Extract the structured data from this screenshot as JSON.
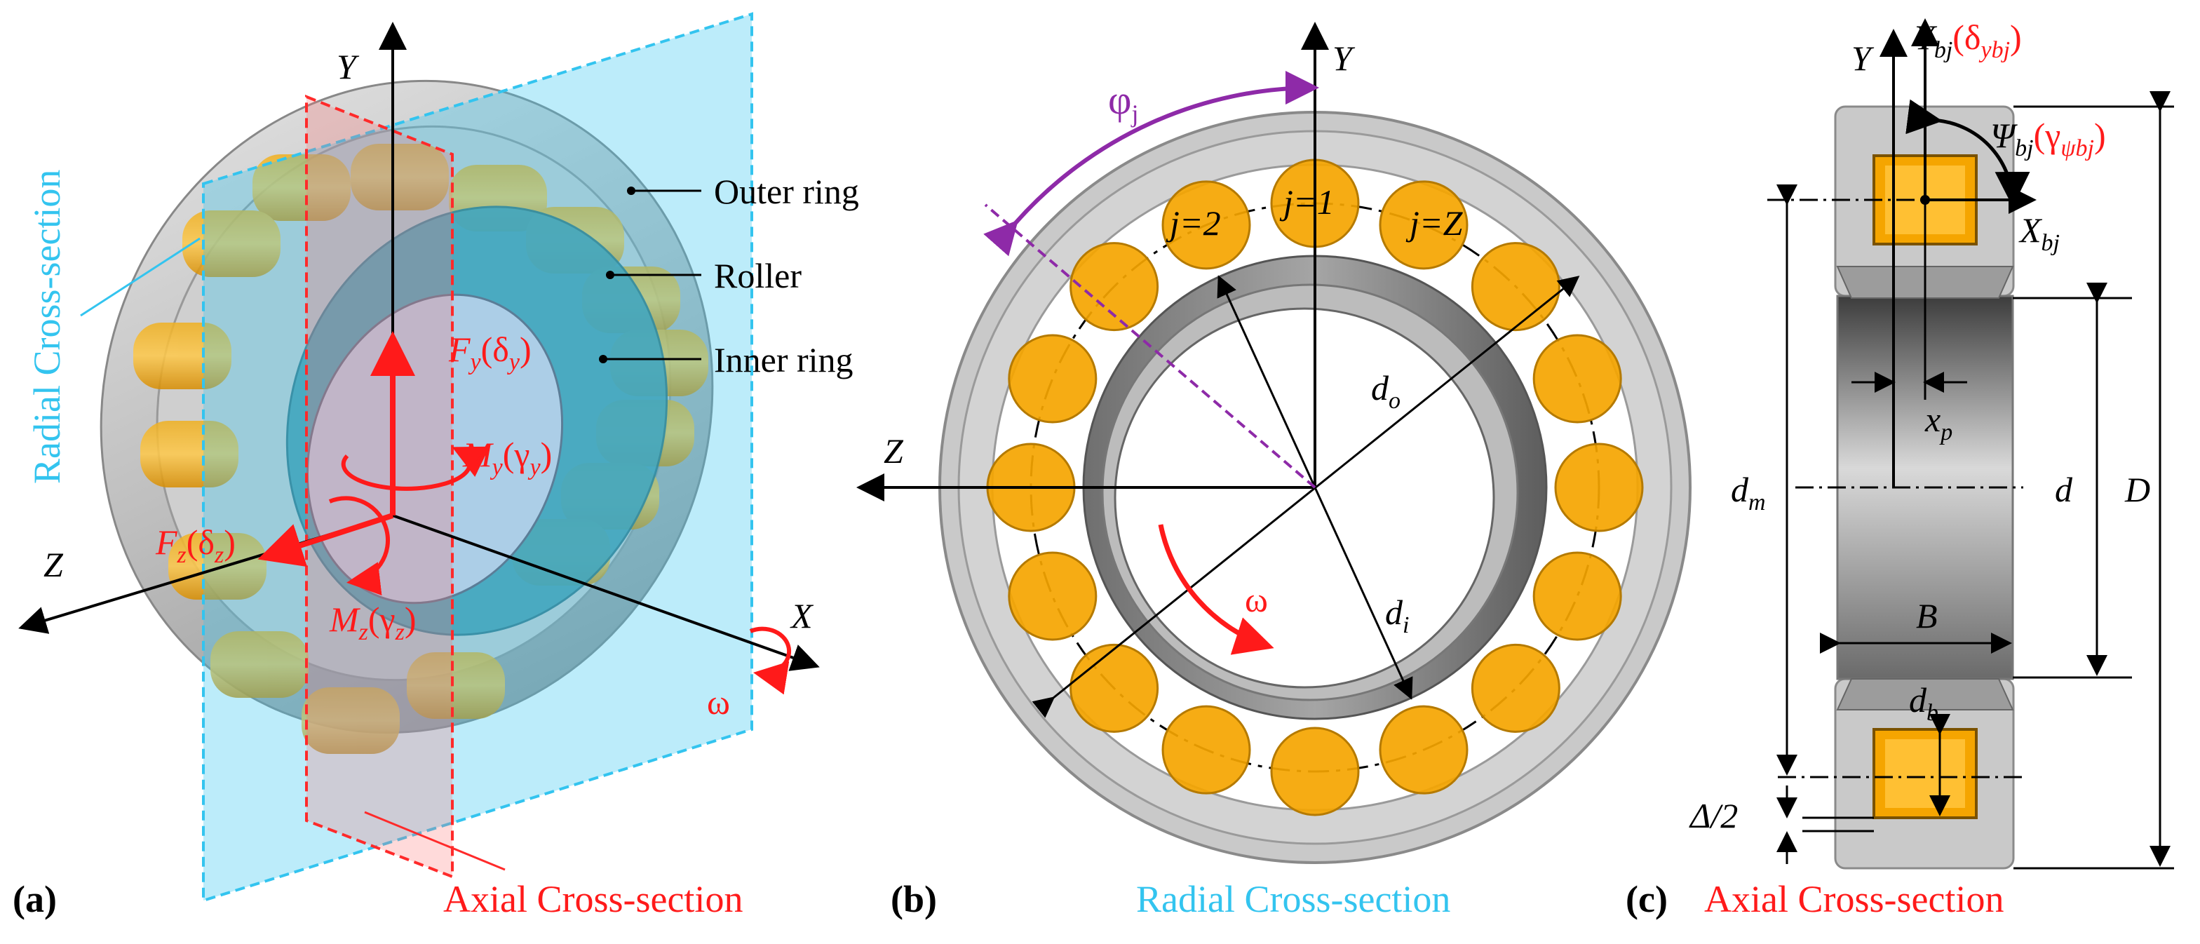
{
  "colors": {
    "radial_plane": "#33c4ef",
    "axial_plane": "#ff2a2a",
    "roller": "#f5a500",
    "ring_gray": "#b8b8b8",
    "inner_ring_teal": "#3f8fa0",
    "phi_purple": "#8e2aa8",
    "force_red": "#ff1a1a"
  },
  "panel_a": {
    "panel_label": "(a)",
    "radial_caption": "Radial Cross-section",
    "axial_caption": "Axial Cross-section",
    "outer_ring": "Outer ring",
    "roller": "Roller",
    "inner_ring": "Inner ring",
    "axis_x": "X",
    "axis_y": "Y",
    "axis_z": "Z",
    "fy_main": "F",
    "fy_sub": "y",
    "fy_paren": "(δ",
    "fy_paren_sub": "y",
    "fz_main": "F",
    "fz_sub": "z",
    "fz_paren": "(δ",
    "fz_paren_sub": "z",
    "my_main": "M",
    "my_sub": "y",
    "my_paren": "(γ",
    "my_paren_sub": "y",
    "mz_main": "M",
    "mz_sub": "z",
    "mz_paren": "(γ",
    "mz_paren_sub": "z",
    "close_paren": ")",
    "omega": "ω"
  },
  "panel_b": {
    "panel_label": "(b)",
    "caption": "Radial Cross-section",
    "axis_y": "Y",
    "axis_z": "Z",
    "phi": "φ",
    "phi_sub": "j",
    "j2": "j=2",
    "j1": "j=1",
    "jz": "j=Z",
    "do_main": "d",
    "do_sub": "o",
    "di_main": "d",
    "di_sub": "i",
    "omega": "ω"
  },
  "panel_c": {
    "panel_label": "(c)",
    "caption": "Axial Cross-section",
    "axis_y": "Y",
    "ybj_main": "Y",
    "ybj_sub": "bj",
    "ybj_paren": "(δ",
    "ybj_paren_sub": "ybj",
    "psi_main": "Ψ",
    "psi_sub": "bj",
    "psi_paren": "(γ",
    "psi_paren_sub": "ψbj",
    "xbj_main": "X",
    "xbj_sub": "bj",
    "xp_main": "x",
    "xp_sub": "p",
    "dm_main": "d",
    "dm_sub": "m",
    "d": "d",
    "D": "D",
    "B": "B",
    "db_main": "d",
    "db_sub": "b",
    "delta_half": "Δ/2",
    "close_paren": ")"
  }
}
